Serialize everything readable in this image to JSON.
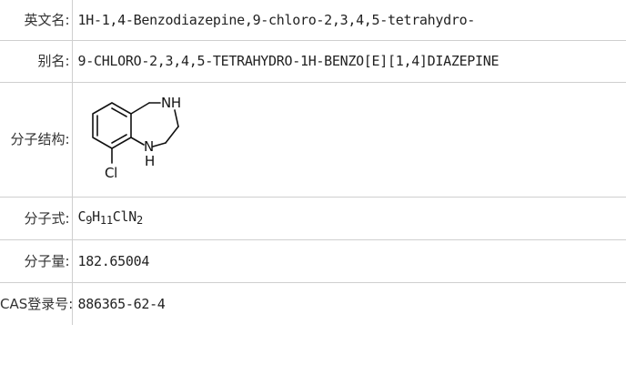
{
  "rows": {
    "english_name": {
      "label": "英文名:",
      "value": "1H-1,4-Benzodiazepine,9-chloro-2,3,4,5-tetrahydro-"
    },
    "alias": {
      "label": "别名:",
      "value": "9-CHLORO-2,3,4,5-TETRAHYDRO-1H-BENZO[E][1,4]DIAZEPINE"
    },
    "structure": {
      "label": "分子结构:",
      "atoms": {
        "nh_top": "NH",
        "n_bottom": "N",
        "h_bottom": "H",
        "cl": "Cl"
      }
    },
    "formula": {
      "label": "分子式:",
      "parts": {
        "c": "C",
        "c_n": "9",
        "h": "H",
        "h_n": "11",
        "cln": "ClN",
        "n_n": "2"
      }
    },
    "mass": {
      "label": "分子量:",
      "value": "182.65004"
    },
    "cas": {
      "label": "CAS登录号:",
      "value": "886365-62-4"
    }
  }
}
